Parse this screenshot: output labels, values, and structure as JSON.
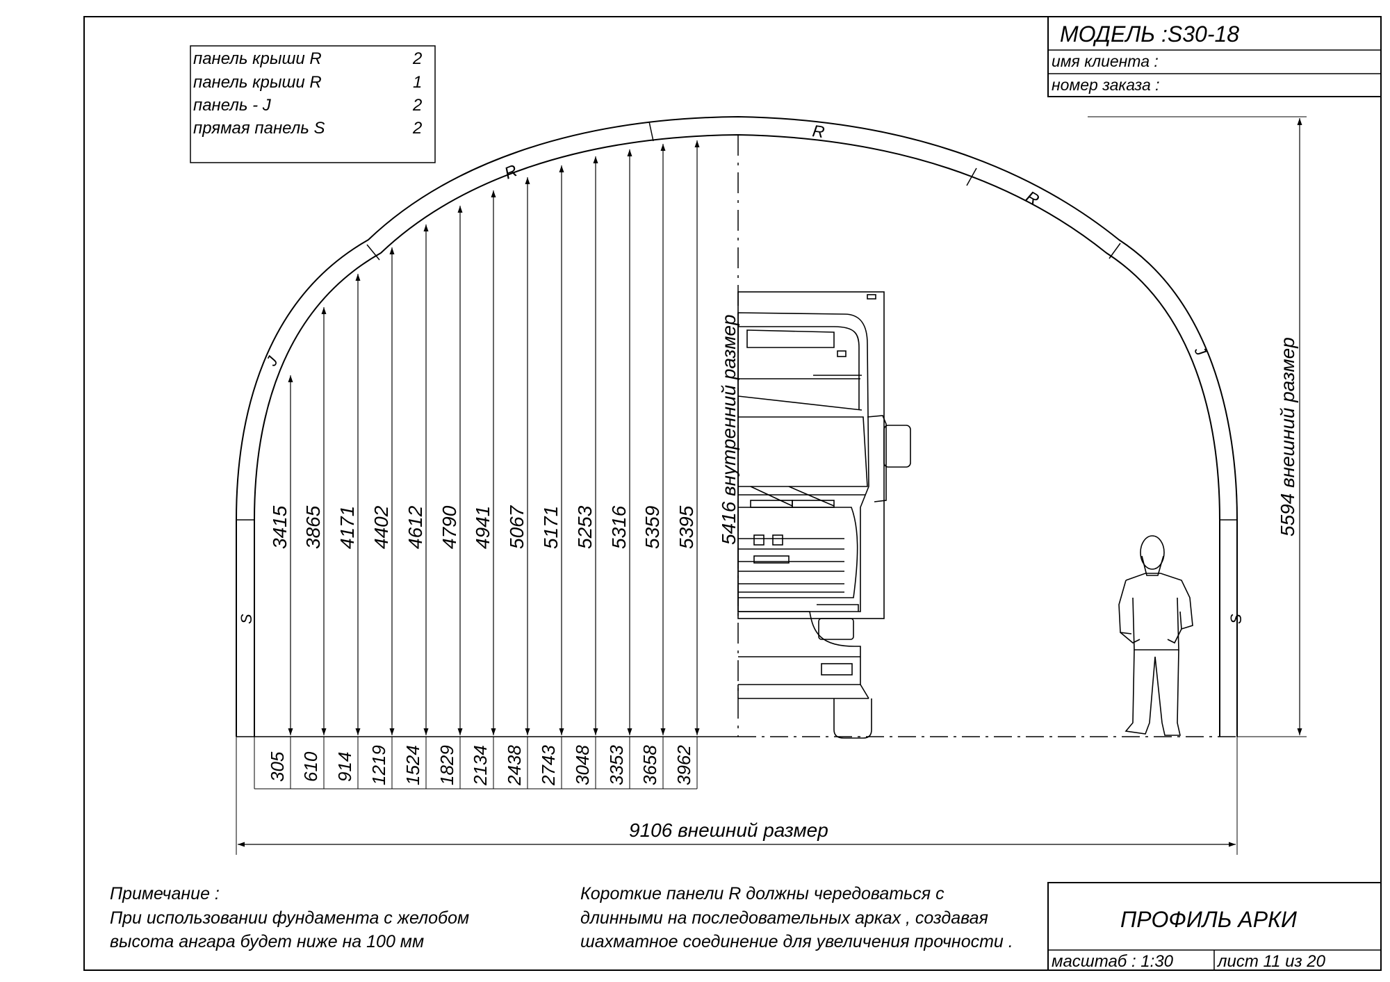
{
  "title_block": {
    "model": "МОДЕЛЬ :S30-18",
    "client_label": "имя клиента :",
    "order_label": "номер заказа :"
  },
  "panel_list": [
    {
      "name": "панель крыши R",
      "qty": "2"
    },
    {
      "name": "панель крыши R",
      "qty": "1"
    },
    {
      "name": "панель - J",
      "qty": "2"
    },
    {
      "name": "прямая панель S",
      "qty": "2"
    }
  ],
  "panel_labels": {
    "roof": "R",
    "j": "J",
    "straight": "S"
  },
  "heights": [
    "3415",
    "3865",
    "4171",
    "4402",
    "4612",
    "4790",
    "4941",
    "5067",
    "5171",
    "5253",
    "5316",
    "5359",
    "5395"
  ],
  "offsets": [
    "305",
    "610",
    "914",
    "1219",
    "1524",
    "1829",
    "2134",
    "2438",
    "2743",
    "3048",
    "3353",
    "3658",
    "3962"
  ],
  "inner_height_label": "5416  внутренний размер",
  "outer_height_label": "5594  внешний размер",
  "outer_width_label": "9106  внешний размер",
  "note": {
    "title": "Примечание :",
    "line1": "При использовании фундамента с желобом",
    "line2": "высота ангара будет ниже на  100  мм"
  },
  "note2": {
    "line1": "Короткие панели  R  должны чередоваться  с",
    "line2": "длинными на последовательных арках , создавая",
    "line3": "шахматное соединение для увеличения прочности ."
  },
  "footer": {
    "title": "ПРОФИЛЬ АРКИ",
    "scale": "масштаб : 1:30",
    "sheet": "лист  11  из  20"
  }
}
